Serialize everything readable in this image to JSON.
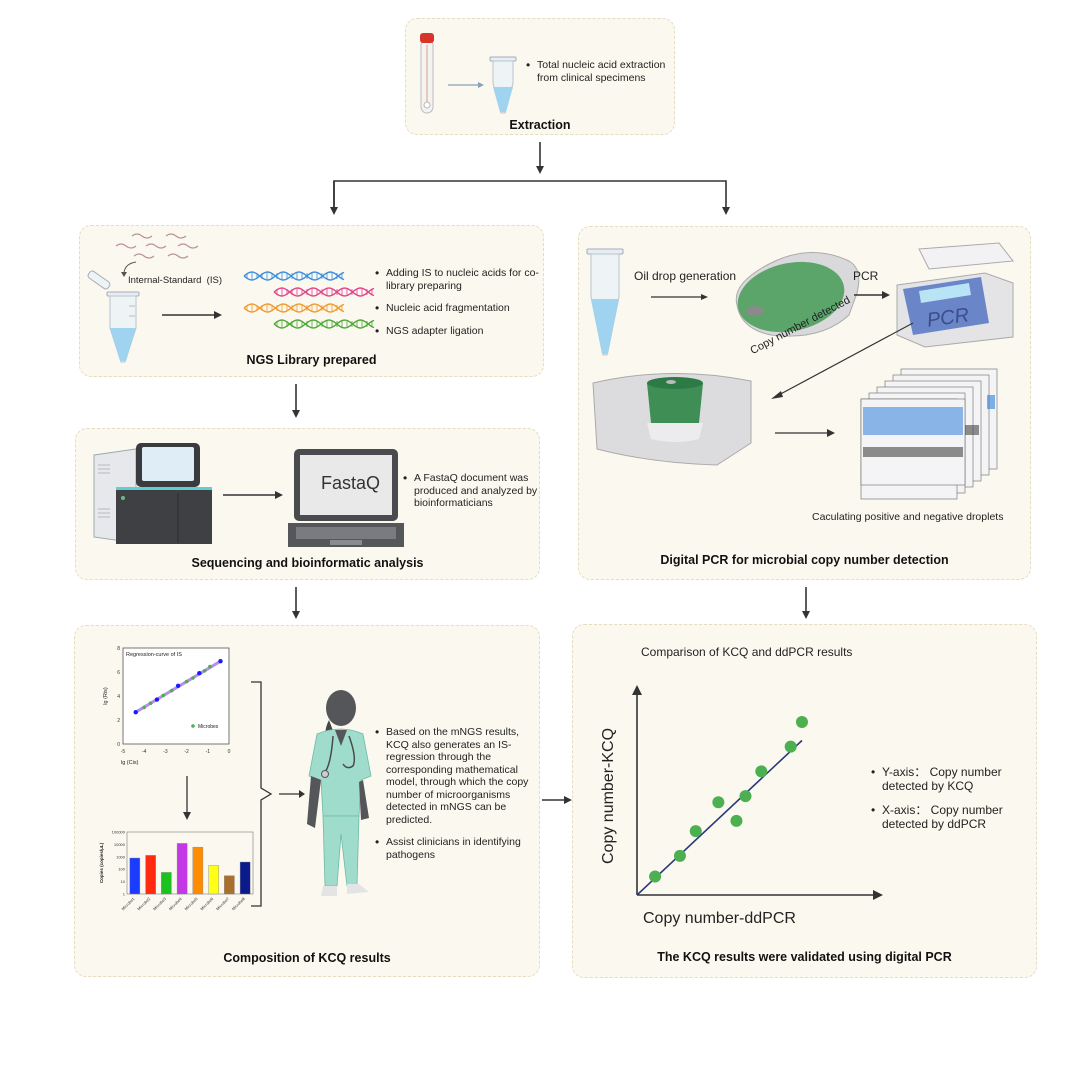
{
  "extraction": {
    "title": "Extraction",
    "bullets": [
      "Total nucleic acid extraction from clinical specimens"
    ]
  },
  "ngs_library": {
    "title": "NGS Library prepared",
    "is_label": "Internal-Standard  (IS)",
    "bullets": [
      "Adding IS to nucleic acids for co-library preparing",
      "Nucleic acid fragmentation",
      "NGS adapter ligation"
    ],
    "dna_colors": [
      "#3b8ee0",
      "#e0458f",
      "#f29a2e",
      "#4fa83a"
    ]
  },
  "sequencing": {
    "title": "Sequencing and bioinformatic analysis",
    "laptop_text": "FastaQ",
    "bullets": [
      "A FastaQ document was produced and analyzed by bioinformaticians"
    ]
  },
  "dpcr": {
    "title": "Digital PCR for microbial copy number detection",
    "oil_label": "Oil drop generation",
    "pcr_label": "PCR",
    "pcr_screen_text": "PCR",
    "copy_label": "Copy number detected",
    "droplet_caption": "Caculating positive and negative droplets"
  },
  "kcq": {
    "title": "Composition of KCQ results",
    "bullets": [
      "Based on the mNGS results, KCQ also generates an IS-regression through the corresponding mathematical model, through which the copy number of microorganisms detected in mNGS can be predicted.",
      "Assist clinicians in identifying pathogens"
    ]
  },
  "validation": {
    "title": "The KCQ results were validated using digital PCR",
    "chart_title": "Comparison of KCQ and ddPCR results",
    "xlabel": "Copy number-ddPCR",
    "ylabel": "Copy number-KCQ",
    "bullets": [
      "Y-axis： Copy number detected by KCQ",
      "X-axis： Copy number detected by ddPCR"
    ]
  },
  "chart_data": [
    {
      "type": "scatter",
      "title": "Regression-curve of IS",
      "xlabel": "lg (Cis)",
      "ylabel": "lg (Ris)",
      "xlim": [
        -5,
        0
      ],
      "ylim": [
        0,
        8
      ],
      "xticks": [
        "-5",
        "-4",
        "-3",
        "-2",
        "-1",
        "0"
      ],
      "yticks": [
        "0",
        "2",
        "4",
        "6",
        "8"
      ],
      "legend": "Microbes",
      "legend_position": "bottom-right",
      "is_points": {
        "color": "#1a1aff",
        "x": [
          -4.4,
          -3.4,
          -2.4,
          -1.4,
          -0.4
        ],
        "y": [
          2.65,
          3.7,
          4.85,
          5.9,
          6.9
        ]
      },
      "microbe_points": {
        "color": "#4caf50",
        "x": [
          -4.0,
          -3.7,
          -3.1,
          -2.7,
          -2.0,
          -1.7,
          -1.15,
          -0.9
        ],
        "y": [
          3.05,
          3.4,
          4.05,
          4.45,
          5.2,
          5.5,
          6.1,
          6.45
        ]
      },
      "fit_line": {
        "color": "#b88ee8",
        "x": [
          -4.4,
          -0.4
        ],
        "y": [
          2.65,
          6.9
        ]
      }
    },
    {
      "type": "bar",
      "ylabel": "Copies (copies/μL)",
      "yscale": "log",
      "ylim": [
        1,
        100000
      ],
      "yticks": [
        "1",
        "10",
        "100",
        "1000",
        "10000",
        "100000"
      ],
      "categories": [
        "Microbe1",
        "Microbe2",
        "Microbe3",
        "Microbe4",
        "Microbe5",
        "Microbe6",
        "Microbe7",
        "Microbe8"
      ],
      "values": [
        800,
        1300,
        55,
        12000,
        6000,
        200,
        30,
        380
      ],
      "colors": [
        "#1a3cff",
        "#ff2a10",
        "#1ec21e",
        "#c238e6",
        "#ff8c00",
        "#ffff1a",
        "#a8702a",
        "#0a1a8c"
      ]
    },
    {
      "type": "scatter",
      "title": "Comparison of KCQ and ddPCR results",
      "xlabel": "Copy number-ddPCR",
      "ylabel": "Copy number-KCQ",
      "xlim": [
        0,
        10
      ],
      "ylim": [
        0,
        10
      ],
      "x": [
        0.8,
        1.9,
        2.6,
        3.6,
        4.4,
        4.8,
        5.5,
        6.8,
        7.3
      ],
      "y": [
        0.9,
        1.9,
        3.1,
        4.5,
        3.6,
        4.8,
        6.0,
        7.2,
        8.4
      ],
      "fit_line": {
        "x": [
          0,
          7.3
        ],
        "y": [
          0,
          7.5
        ]
      },
      "point_color": "#4caf50",
      "line_color": "#2b3a7a"
    }
  ]
}
